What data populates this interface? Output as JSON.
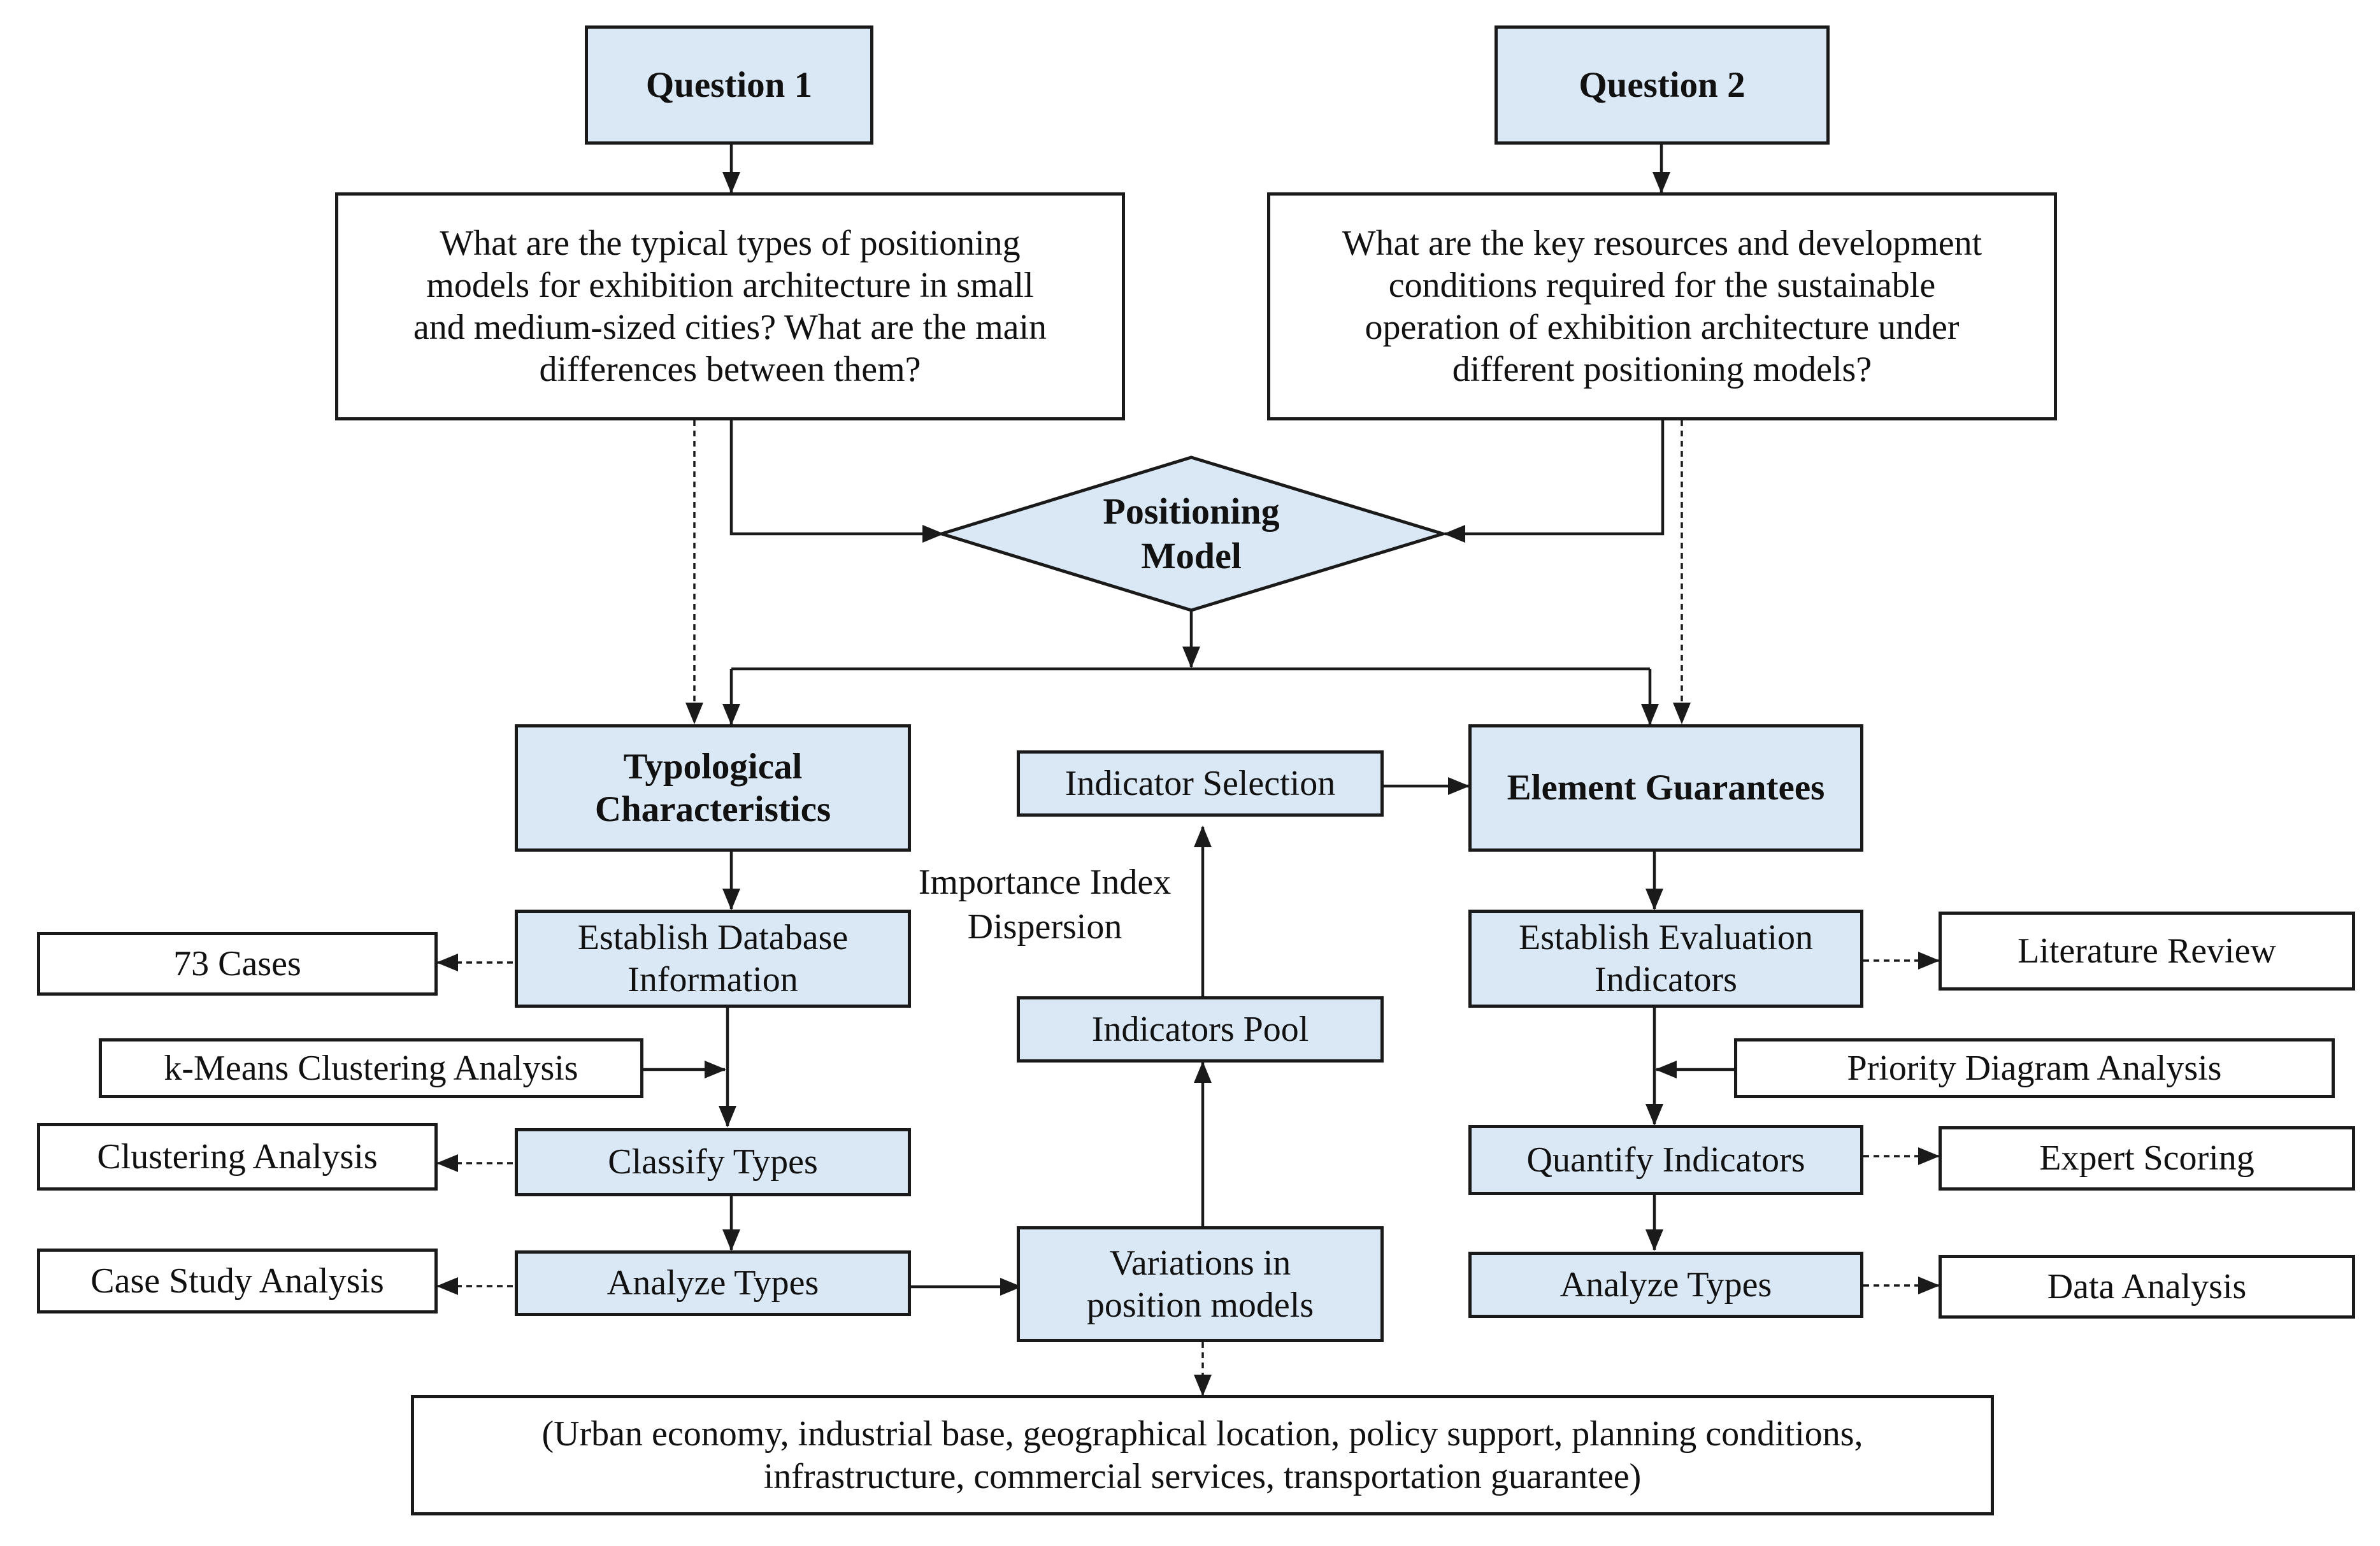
{
  "question1": {
    "title": "Question 1",
    "text": "What are the typical types of positioning\nmodels for exhibition architecture in small\nand medium-sized cities? What are the main\ndifferences between them?"
  },
  "question2": {
    "title": "Question 2",
    "text": "What are the key resources and development\nconditions required for the sustainable\noperation of exhibition architecture under\ndifferent positioning models?"
  },
  "positioning_model": "Positioning\nModel",
  "left": {
    "heading": "Typological\nCharacteristics",
    "database": "Establish Database\nInformation",
    "cases": "73 Cases",
    "kmeans": "k-Means Clustering Analysis",
    "classify": "Classify Types",
    "clustering": "Clustering Analysis",
    "analyze": "Analyze Types",
    "case_study": "Case Study Analysis"
  },
  "middle": {
    "indicator_selection": "Indicator Selection",
    "importance": "Importance Index\nDispersion",
    "indicators_pool": "Indicators Pool",
    "variations": "Variations in\nposition models",
    "factors": "(Urban economy, industrial base, geographical location, policy support, planning conditions,\ninfrastructure, commercial services, transportation guarantee)"
  },
  "right": {
    "heading": "Element Guarantees",
    "evaluation": "Establish Evaluation\nIndicators",
    "literature": "Literature Review",
    "priority": "Priority Diagram Analysis",
    "quantify": "Quantify Indicators",
    "expert": "Expert Scoring",
    "analyze": "Analyze Types",
    "data_analysis": "Data Analysis"
  },
  "colors": {
    "box_fill": "#dae8f5",
    "stroke": "#1a1a1a"
  }
}
